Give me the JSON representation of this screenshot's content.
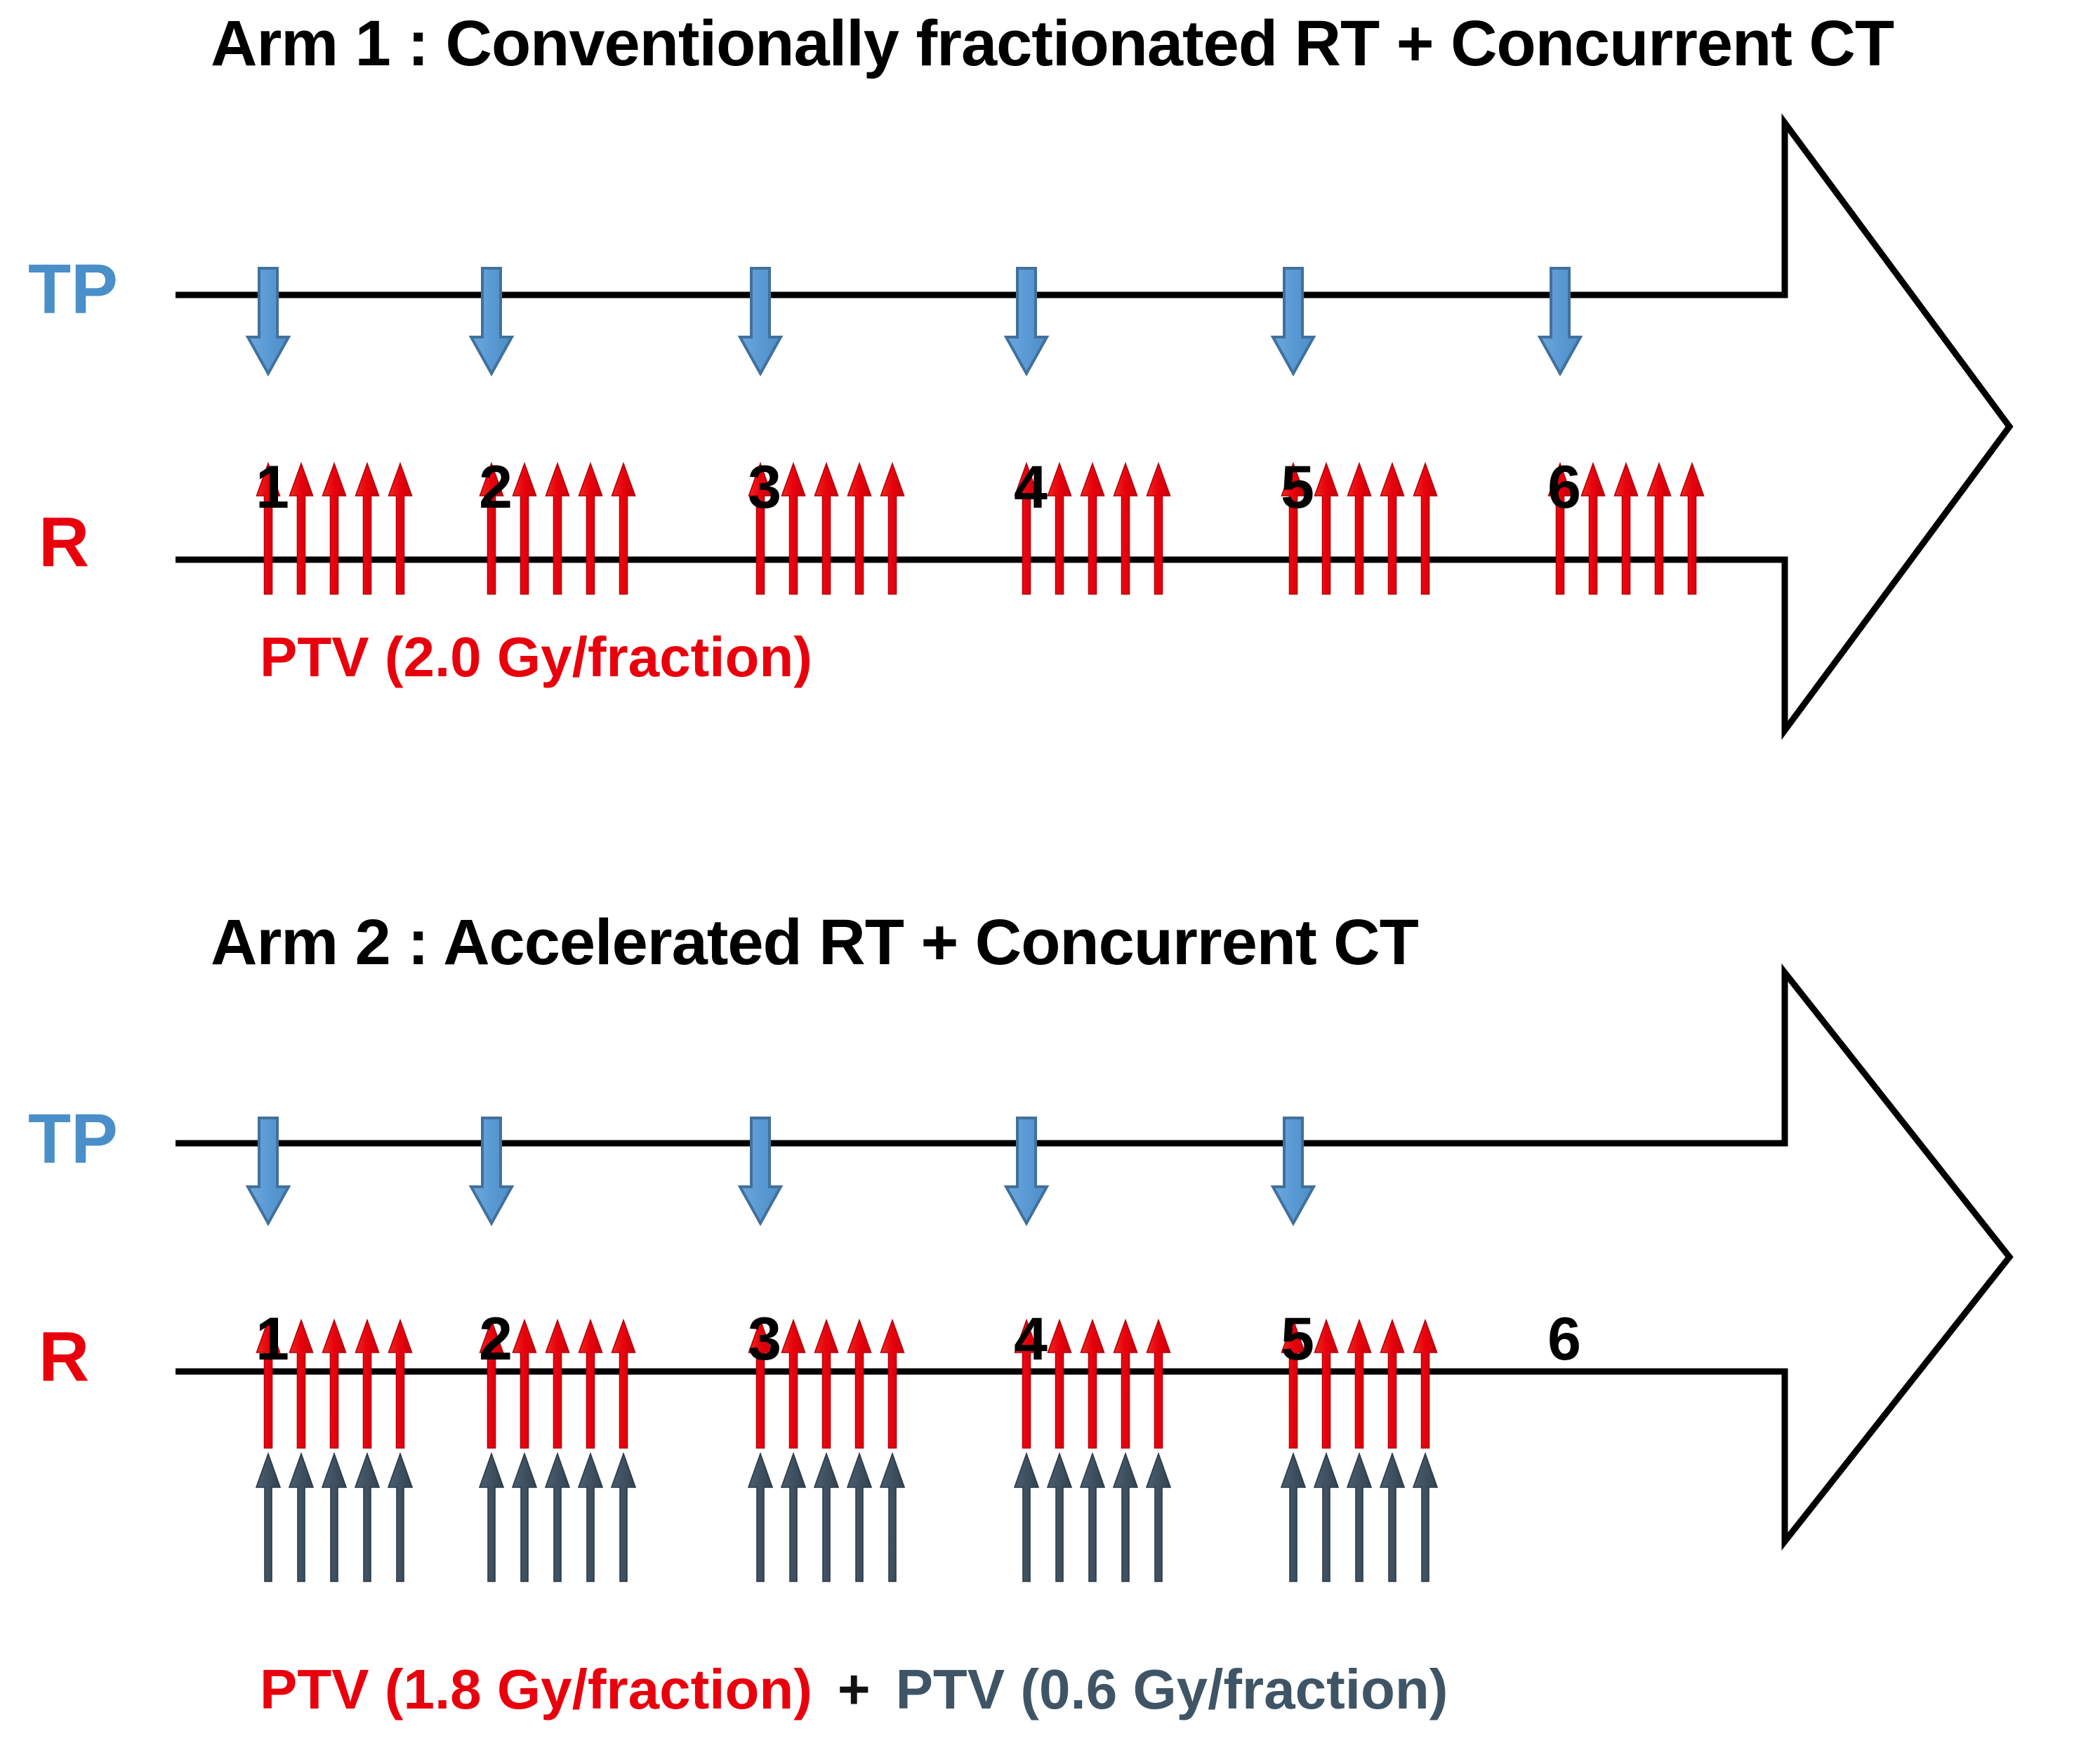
{
  "figure": {
    "type": "clinical-trial-schema",
    "arms": [
      {
        "id": "arm1",
        "title": "Arm 1 : Conventionally fractionated RT + Concurrent CT",
        "row_labels": {
          "top": "TP",
          "bottom": "R"
        },
        "weeks": [
          "1",
          "2",
          "3",
          "4",
          "5",
          "6"
        ],
        "tp_arrow_weeks": [
          1,
          2,
          3,
          4,
          5,
          6
        ],
        "rt_fractions_per_week": [
          5,
          5,
          5,
          5,
          5,
          5
        ],
        "boost_fractions_per_week": [
          0,
          0,
          0,
          0,
          0,
          0
        ],
        "captions": [
          {
            "text": "PTV (2.0 Gy/fraction)",
            "color": "#e8000d"
          }
        ]
      },
      {
        "id": "arm2",
        "title": "Arm 2 : Accelerated RT + Concurrent CT",
        "row_labels": {
          "top": "TP",
          "bottom": "R"
        },
        "weeks": [
          "1",
          "2",
          "3",
          "4",
          "5",
          "6"
        ],
        "tp_arrow_weeks": [
          1,
          2,
          3,
          4,
          5
        ],
        "rt_fractions_per_week": [
          5,
          5,
          5,
          5,
          5,
          0
        ],
        "boost_fractions_per_week": [
          5,
          5,
          5,
          5,
          5,
          0
        ],
        "captions": [
          {
            "text": "PTV (1.8 Gy/fraction)",
            "color": "#e8000d"
          },
          {
            "text": "+",
            "color": "#111111"
          },
          {
            "text": "PTV (0.6 Gy/fraction)",
            "color": "#3f5566"
          }
        ]
      }
    ],
    "colors": {
      "tp_arrow": "#5b9bd5",
      "tp_arrow_border": "#41719c",
      "tp_label": "#4a8fc9",
      "rt_arrow": "#e8000d",
      "r_label": "#e8000d",
      "boost_arrow": "#3f5161",
      "timeline_outline": "#000000",
      "background": "#ffffff"
    },
    "icons": {
      "tp_arrow": "down-arrow-icon",
      "rt_arrow": "up-arrow-icon",
      "boost_arrow": "up-arrow-icon",
      "timeline": "right-block-arrow-icon"
    }
  }
}
